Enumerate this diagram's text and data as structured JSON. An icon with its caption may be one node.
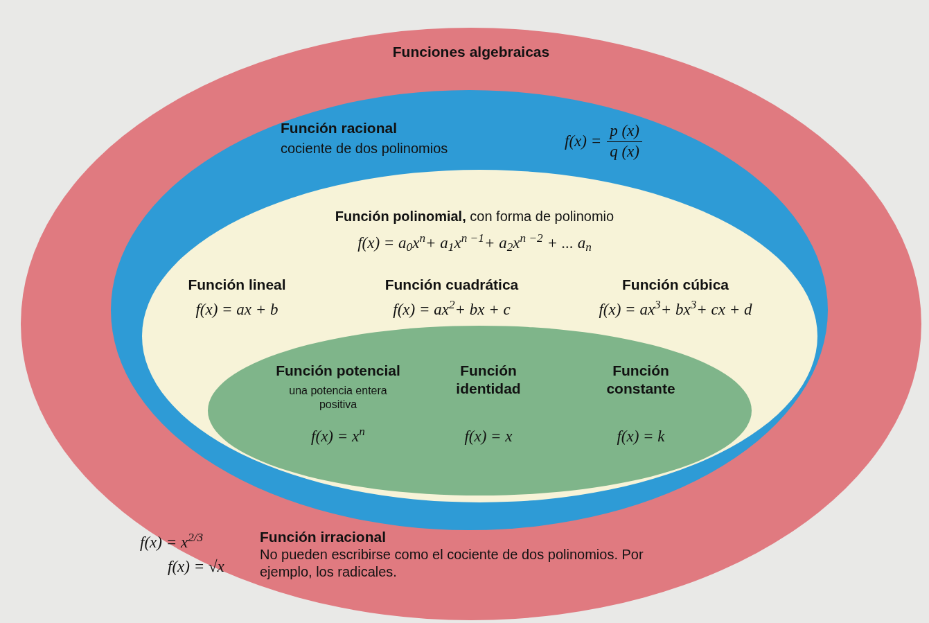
{
  "diagram": {
    "nodes": [
      {
        "text": [
          "Funciones algebraicas",
          "f(x) = x$^{2/3}$",
          "f(x) = √x",
          "Función irracional",
          "No pueden escribirse como el cociente de dos polinomios. Por ejemplo, los radicales."
        ]
      },
      {
        "text": [
          "Función racional",
          "cociente de dos polinomios",
          "f(x) =",
          "p (x)",
          "q (x)"
        ],
        "in": 0
      },
      {
        "text": [
          "**Función polinomial,** con forma de polinomio",
          "f(x) = a$_{0}$x$^{n}$+ a$_{1}$x$^{n −1}$+ a$_{2}$x$^{n −2}$ + ... a$_{n}$",
          "Función lineal",
          "f(x) = ax + b",
          "Función cuadrática",
          "f(x) = ax$^{2}$+ bx + c",
          "Función cúbica",
          "f(x) = ax$^{3}$+ bx$^{3}$+ cx + d"
        ],
        "in": 1
      },
      {
        "text": [
          "Función potencial",
          "una potencia entera positiva",
          "f(x) = x$^{n}$",
          "Función identidad",
          "f(x) = x",
          "Función constante",
          "f(x) = k"
        ],
        "in": 2
      }
    ]
  }
}
